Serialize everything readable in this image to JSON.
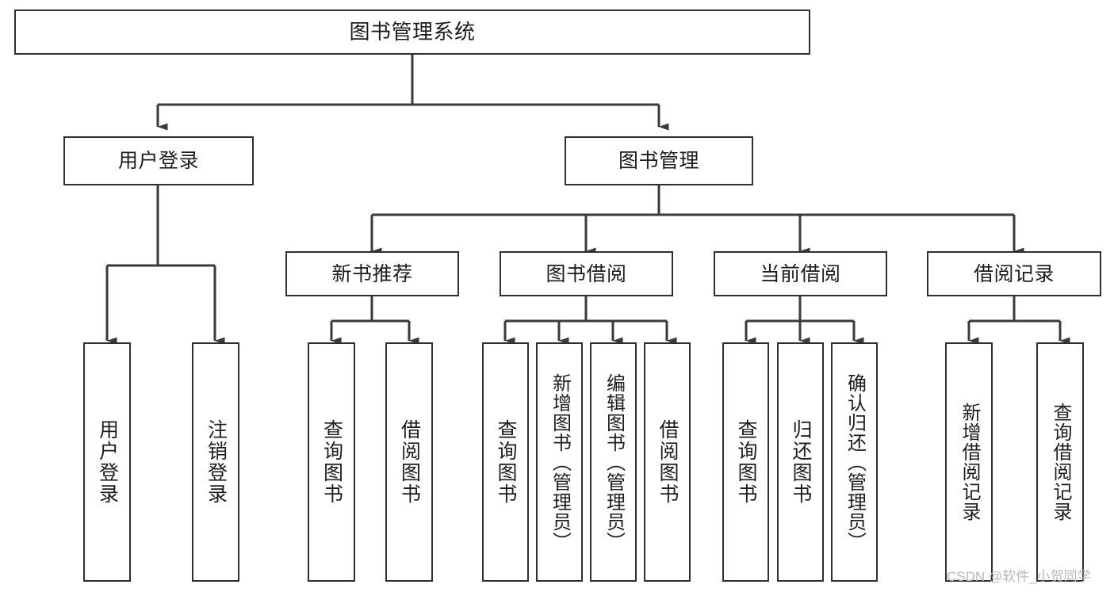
{
  "diagram": {
    "title": "图书管理系统",
    "type": "tree",
    "orientation": "top-down",
    "colors": {
      "box_border": "#2f2f2f",
      "box_fill": "#ffffff",
      "connector": "#3a3a3a",
      "text": "#1d1d1d",
      "watermark": "#b9b9b9",
      "background": "#ffffff"
    },
    "root": {
      "id": "root",
      "label": "图书管理系统"
    },
    "level1": [
      {
        "id": "user-login",
        "label": "用户登录"
      },
      {
        "id": "book-management",
        "label": "图书管理"
      }
    ],
    "level2": [
      {
        "id": "new-book-recommend",
        "label": "新书推荐",
        "parent": "book-management"
      },
      {
        "id": "book-borrow",
        "label": "图书借阅",
        "parent": "book-management"
      },
      {
        "id": "current-borrow",
        "label": "当前借阅",
        "parent": "book-management"
      },
      {
        "id": "borrow-record",
        "label": "借阅记录",
        "parent": "book-management"
      }
    ],
    "leaves": {
      "user-login": [
        {
          "id": "leaf-user-login",
          "label": "用户登录"
        },
        {
          "id": "leaf-user-logout",
          "label": "注销登录"
        }
      ],
      "new-book-recommend": [
        {
          "id": "leaf-query-book-1",
          "label": "查询图书"
        },
        {
          "id": "leaf-borrow-book-1",
          "label": "借阅图书"
        }
      ],
      "book-borrow": [
        {
          "id": "leaf-query-book-2",
          "label": "查询图书"
        },
        {
          "id": "leaf-add-book",
          "label": "新增图书（管理员）"
        },
        {
          "id": "leaf-edit-book",
          "label": "编辑图书（管理员）"
        },
        {
          "id": "leaf-borrow-book-2",
          "label": "借阅图书"
        }
      ],
      "current-borrow": [
        {
          "id": "leaf-query-book-3",
          "label": "查询图书"
        },
        {
          "id": "leaf-return-book",
          "label": "归还图书"
        },
        {
          "id": "leaf-confirm-return",
          "label": "确认归还（管理员）"
        }
      ],
      "borrow-record": [
        {
          "id": "leaf-add-record",
          "label": "新增借阅记录"
        },
        {
          "id": "leaf-query-record",
          "label": "查询借阅记录"
        }
      ]
    }
  },
  "watermark": {
    "text": "CSDN @软件_小贺同学"
  }
}
